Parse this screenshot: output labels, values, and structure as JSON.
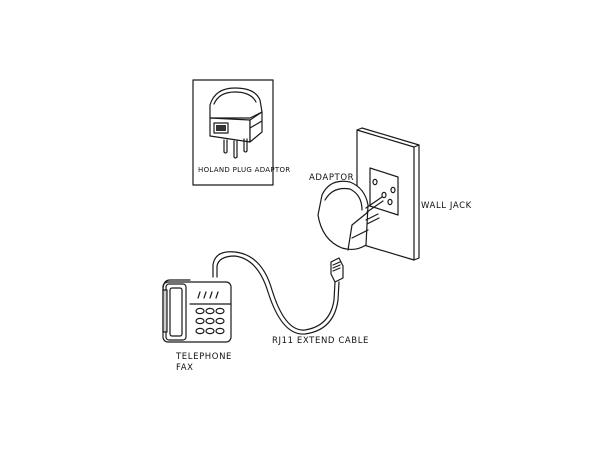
{
  "diagram": {
    "inset": {
      "caption": "HOLAND PLUG ADAPTOR"
    },
    "labels": {
      "adaptor": "ADAPTOR",
      "wall_jack": "WALL JACK",
      "cable": "RJ11 EXTEND CABLE",
      "telephone_line1": "TELEPHONE",
      "telephone_line2": "FAX"
    },
    "colors": {
      "line": "#1a1a1a",
      "background": "#ffffff"
    }
  }
}
